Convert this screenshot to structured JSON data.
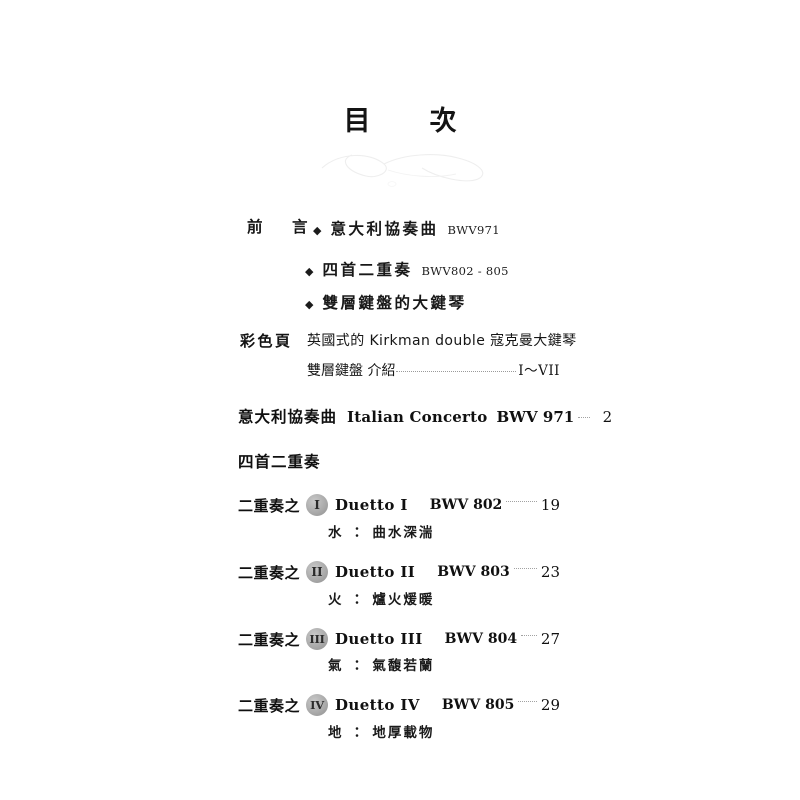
{
  "document": {
    "title": "目　次"
  },
  "preface": {
    "label": "前　言",
    "bullet_glyph": "◆",
    "items": [
      {
        "text": "意大利協奏曲",
        "bwv": "BWV971"
      },
      {
        "text": "四首二重奏",
        "bwv": "BWV802 - 805"
      },
      {
        "text": "雙層鍵盤的大鍵琴",
        "bwv": ""
      }
    ]
  },
  "color_pages": {
    "label": "彩色頁",
    "line1": "英國式的 Kirkman double 寇克曼大鍵琴",
    "line2": "雙層鍵盤 介紹",
    "page_range": "I～VII"
  },
  "works": {
    "italian_concerto": {
      "cjk": "意大利協奏曲",
      "latin": "Italian Concerto",
      "bwv": "BWV 971",
      "page": "2"
    },
    "duets_section_head": "四首二重奏",
    "duetti": [
      {
        "prefix": "二重奏之",
        "numeral": "I",
        "name": "Duetto  I",
        "bwv": "BWV 802",
        "page": "19",
        "subtitle": "水 ： 曲水深湍"
      },
      {
        "prefix": "二重奏之",
        "numeral": "II",
        "name": "Duetto  II",
        "bwv": "BWV 803",
        "page": "23",
        "subtitle": "火 ： 爐火煖暖"
      },
      {
        "prefix": "二重奏之",
        "numeral": "III",
        "name": "Duetto  III",
        "bwv": "BWV 804",
        "page": "27",
        "subtitle": "氣 ： 氣馥若蘭"
      },
      {
        "prefix": "二重奏之",
        "numeral": "IV",
        "name": "Duetto  IV",
        "bwv": "BWV 805",
        "page": "29",
        "subtitle": "地 ： 地厚載物"
      }
    ]
  },
  "colors": {
    "text": "#111111",
    "leader": "#a2a2a2",
    "badge": "#a9a9a9",
    "ornament": "#d8d8d8"
  }
}
